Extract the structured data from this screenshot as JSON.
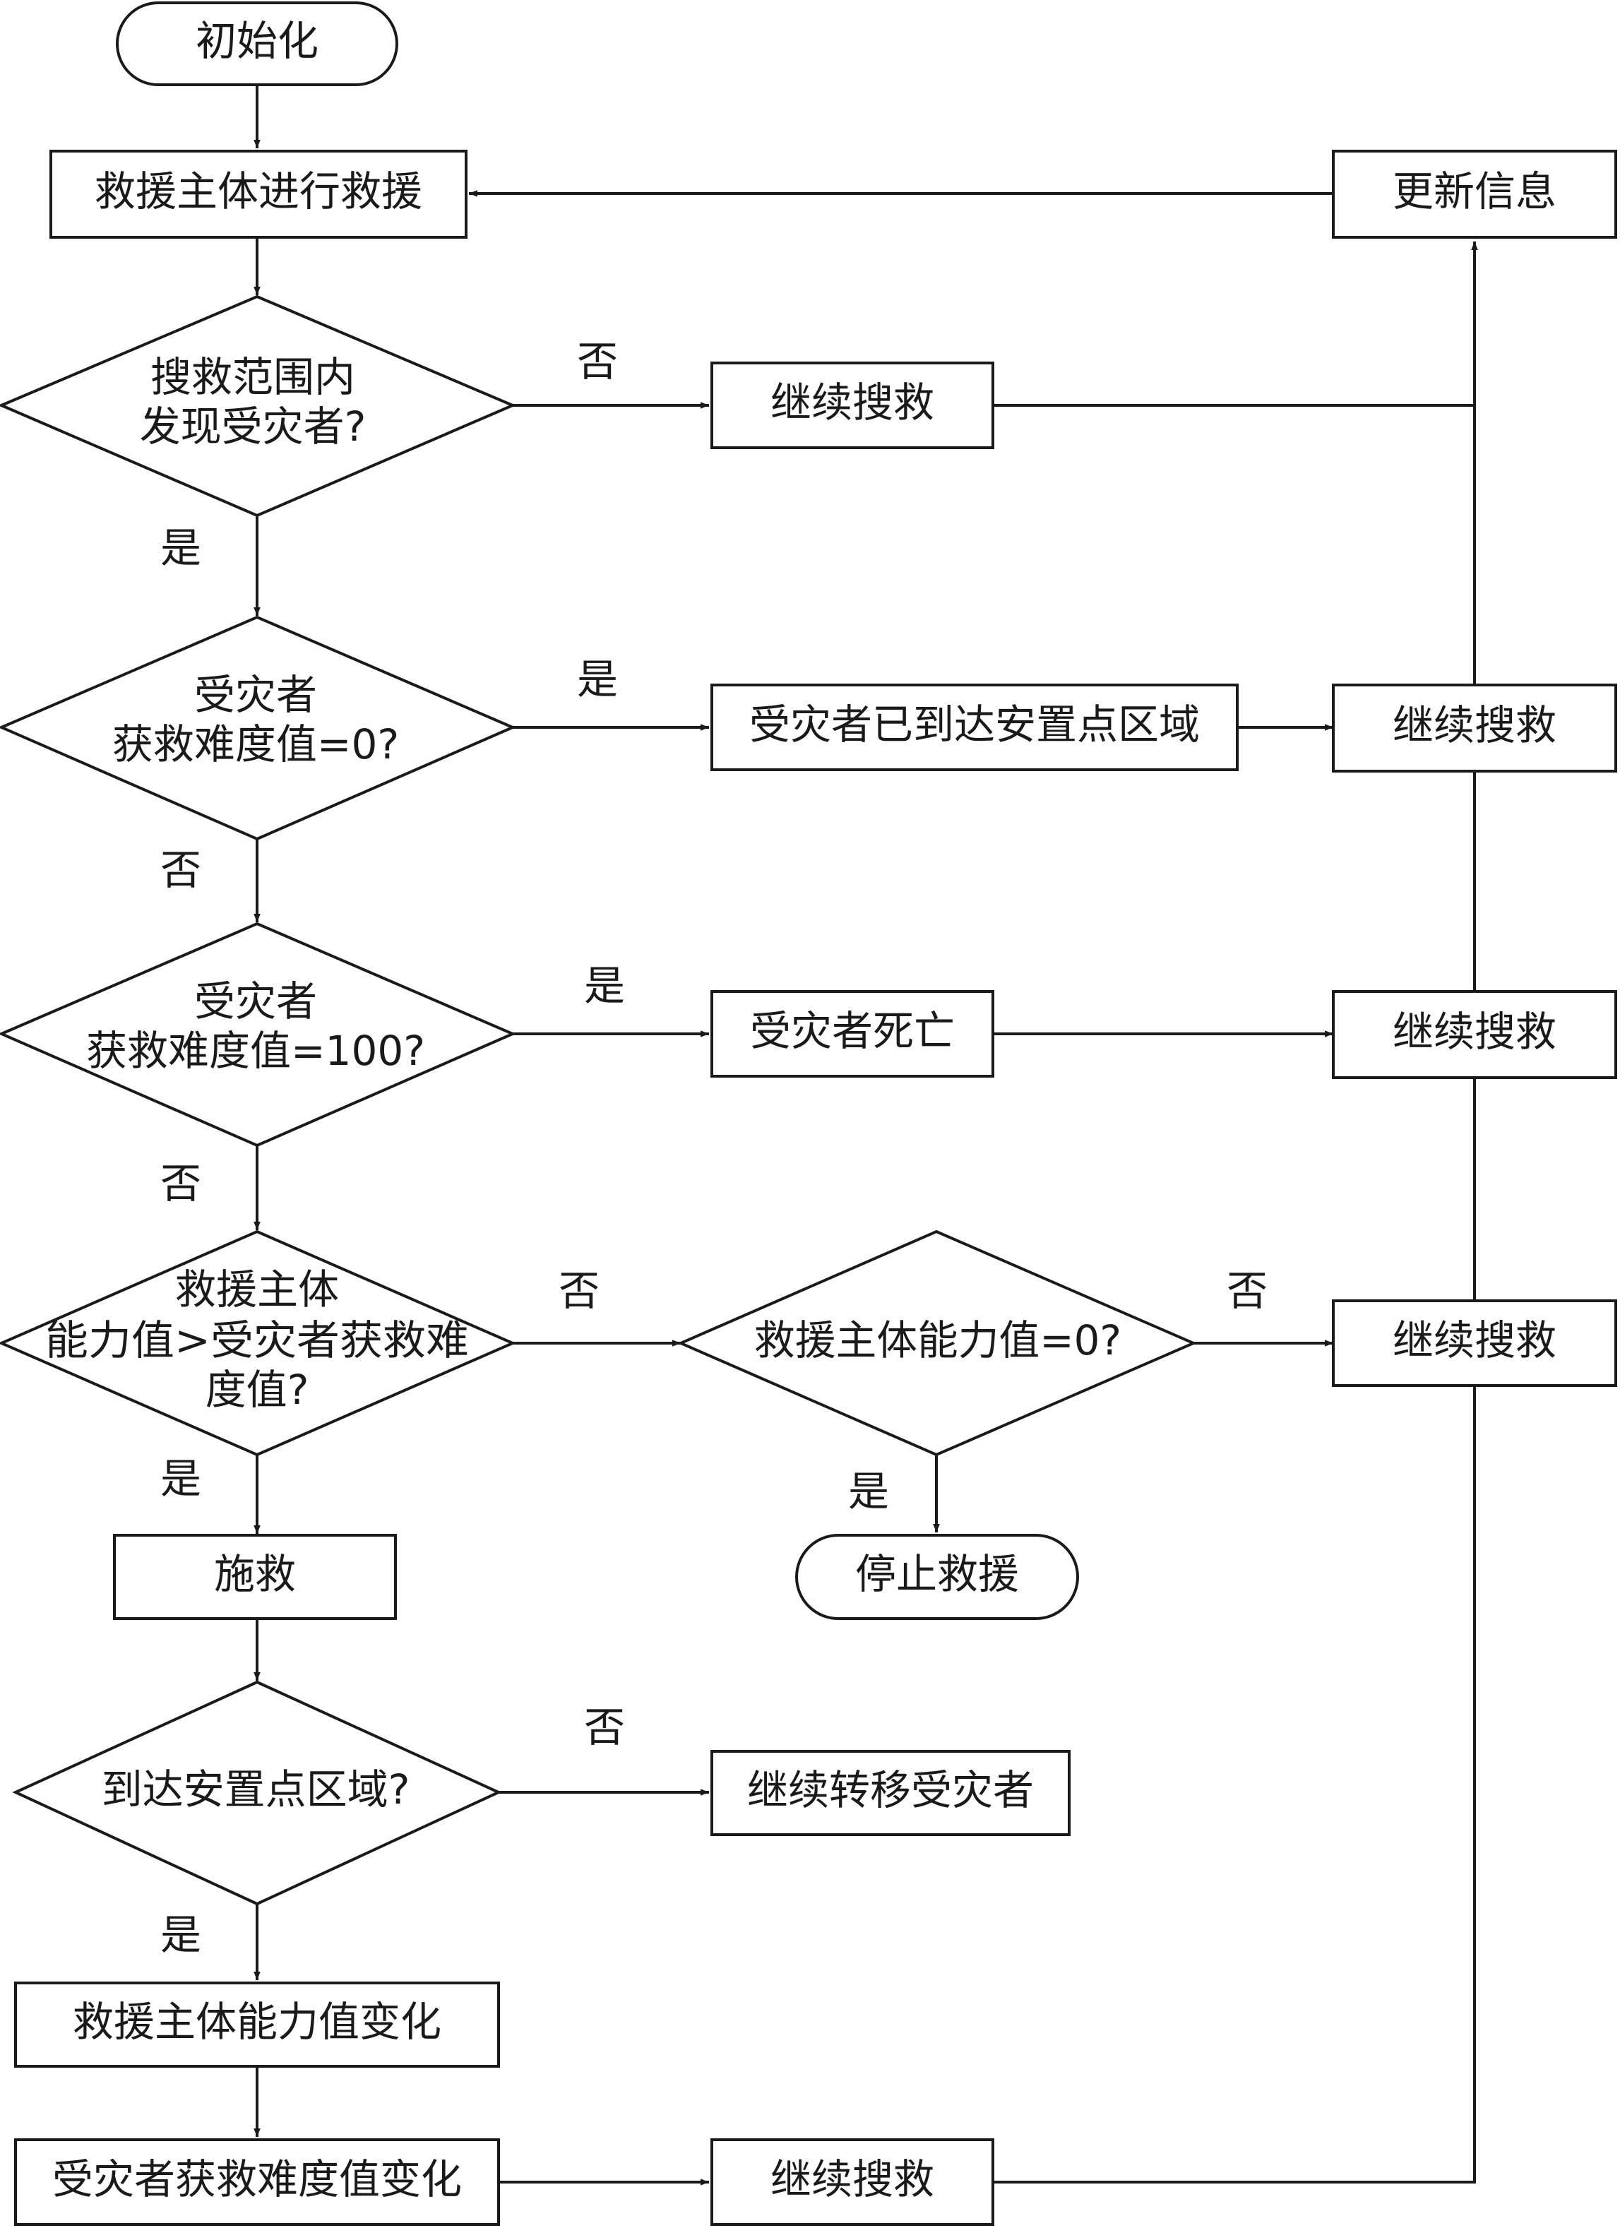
{
  "diagram": {
    "nodes": {
      "init": "初始化",
      "rescue": "救援主体进行救援",
      "update": "更新信息",
      "d1": [
        "搜救范围内",
        "发现受灾者?"
      ],
      "continue1": "继续搜救",
      "d2": [
        "受灾者",
        "获救难度值=0?"
      ],
      "arrived": "受灾者已到达安置点区域",
      "continue2": "继续搜救",
      "d3": [
        "受灾者",
        "获救难度值=100?"
      ],
      "dead": "受灾者死亡",
      "continue3": "继续搜救",
      "d4": [
        "救援主体",
        "能力值>受灾者获救难",
        "度值?"
      ],
      "d5": "救援主体能力值=0?",
      "continue4": "继续搜救",
      "stop": "停止救援",
      "apply": "施救",
      "d6": "到达安置点区域?",
      "transfer": "继续转移受灾者",
      "ability_change": "救援主体能力值变化",
      "difficulty_change": "受灾者获救难度值变化",
      "continue5": "继续搜救"
    },
    "labels": {
      "d1_no": "否",
      "d1_yes": "是",
      "d2_yes": "是",
      "d2_no": "否",
      "d3_yes": "是",
      "d3_no": "否",
      "d4_no": "否",
      "d4_yes": "是",
      "d5_no": "否",
      "d5_yes": "是",
      "d6_no": "否",
      "d6_yes": "是"
    }
  }
}
